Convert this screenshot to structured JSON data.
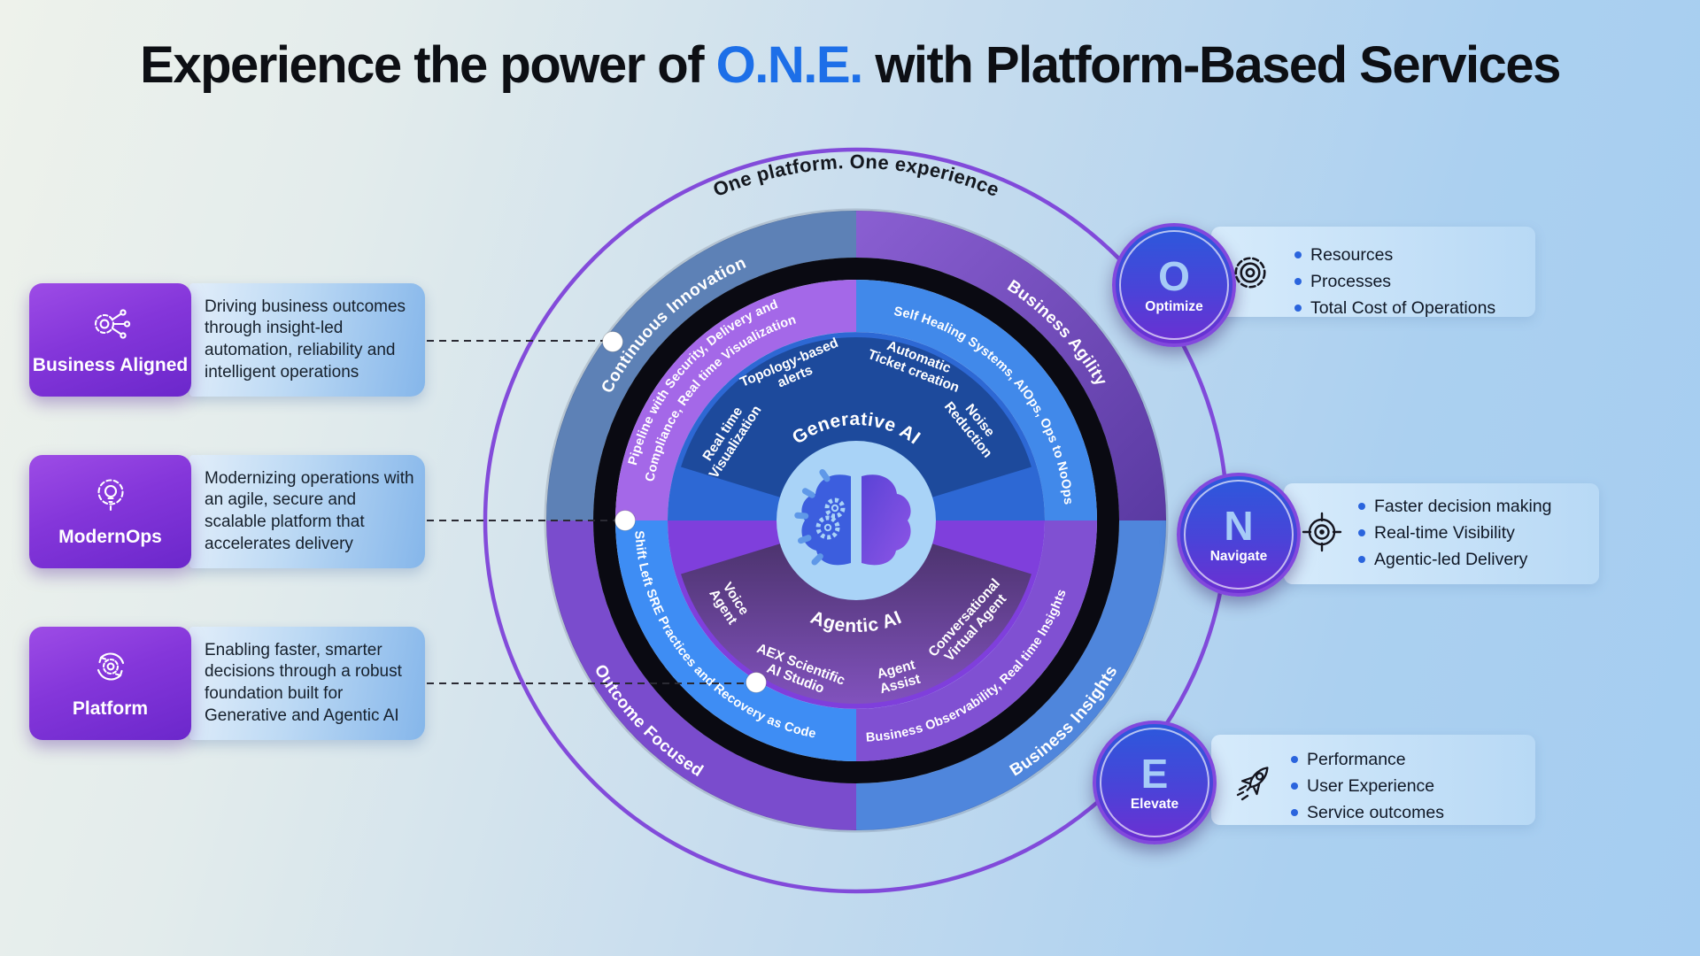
{
  "title": {
    "pre": "Experience the power of ",
    "highlight": "O.N.E.",
    "post": " with Platform-Based Services"
  },
  "cards": [
    {
      "label": "Business Aligned",
      "icon": "gear-circuit-icon",
      "description": "Driving business outcomes through insight-led automation, reliability and intelligent operations"
    },
    {
      "label": "ModernOps",
      "icon": "gear-bulb-icon",
      "description": "Modernizing operations with an agile, secure and scalable platform that accelerates delivery"
    },
    {
      "label": "Platform",
      "icon": "gear-refresh-icon",
      "description": "Enabling faster, smarter decisions through a robust foundation built for Generative and Agentic AI"
    }
  ],
  "wheel": {
    "tagline": "One platform. One experience",
    "quadrants": {
      "top_left": {
        "outer": "Continuous Innovation",
        "band_line1": "Pipeline with Security, Delivery and",
        "band_line2": "Compliance, Real time Visualization"
      },
      "top_right": {
        "outer": "Business Agility",
        "band": "Self Healing Systems, AIOps, Ops to NoOps"
      },
      "bottom_left": {
        "outer": "Outcome Focused",
        "band": "Shift Left SRE Practices and Recovery as Code"
      },
      "bottom_right": {
        "outer": "Business Insights",
        "band": "Business Observability, Real time Insights"
      }
    },
    "generative_ai": {
      "label": "Generative AI",
      "items": [
        [
          "Real time",
          "Visualization"
        ],
        [
          "Topology-based",
          "alerts"
        ],
        [
          "Automatic",
          "Ticket creation"
        ],
        [
          "Noise",
          "Reduction"
        ]
      ]
    },
    "agentic_ai": {
      "label": "Agentic AI",
      "items": [
        [
          "Voice",
          "Agent"
        ],
        [
          "AEX Scientific",
          "AI Studio"
        ],
        [
          "Agent",
          "Assist"
        ],
        [
          "Conversational",
          "Virtual Agent"
        ]
      ]
    },
    "center_icon": "brain-icon"
  },
  "one": [
    {
      "letter": "O",
      "label": "Optimize",
      "icon": "gear-icon",
      "bullets": [
        "Resources",
        "Processes",
        "Total Cost of Operations"
      ]
    },
    {
      "letter": "N",
      "label": "Navigate",
      "icon": "target-icon",
      "bullets": [
        "Faster decision making",
        "Real-time Visibility",
        "Agentic-led Delivery"
      ]
    },
    {
      "letter": "E",
      "label": "Elevate",
      "icon": "rocket-icon",
      "bullets": [
        "Performance",
        "User Experience",
        "Service outcomes"
      ]
    }
  ],
  "colors": {
    "accent_blue": "#1d6fe8",
    "card_purple": "#8a3fe0",
    "ring_black": "#0a0a12",
    "orbit_purple": "#7c3ed8",
    "outer_top_left": "#5d81b6",
    "outer_top_right": "#7450be",
    "outer_bottom_left": "#7a4ccd",
    "outer_bottom_right": "#4f86dc",
    "band_top_left": "#a468e8",
    "band_top_right": "#4189ea",
    "band_bottom_left": "#3e8df4",
    "band_bottom_right": "#8050d2",
    "disc_top": "#2d68d4",
    "disc_top_dark": "#1d4a9c",
    "disc_bottom": "#7f3fdc",
    "center_circle": "#a9d3f7",
    "badge_top": "#2b59dc",
    "badge_bottom": "#6c2fd2"
  }
}
